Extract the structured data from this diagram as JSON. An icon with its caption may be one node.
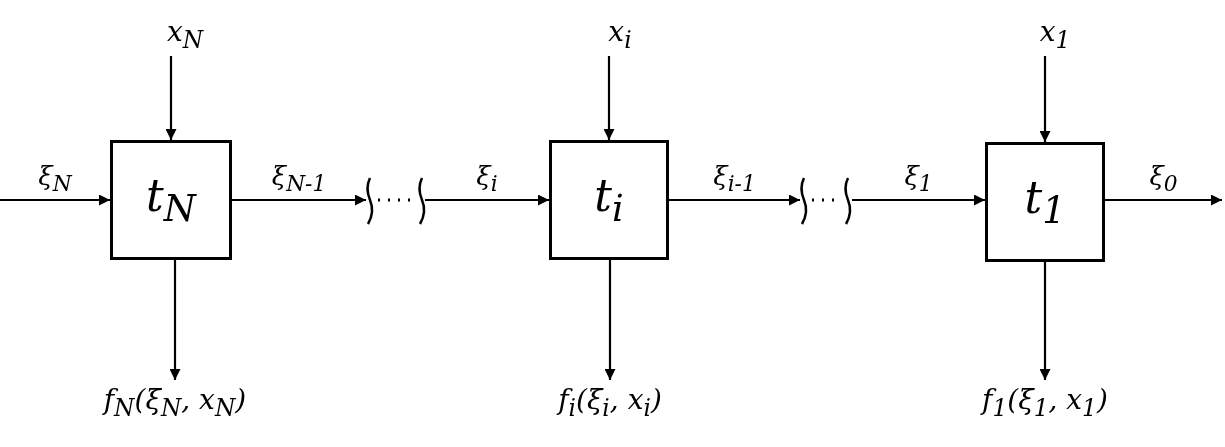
{
  "diagram": {
    "nodes": [
      {
        "text": [
          "x$_{N}$"
        ]
      },
      {
        "text": [
          "t$_{N}$"
        ]
      },
      {
        "text": [
          "f$_{N}$(ξ$_{N}$, x$_{N}$)"
        ]
      },
      {
        "text": [
          "x$_{i}$"
        ]
      },
      {
        "text": [
          "t$_{i}$"
        ]
      },
      {
        "text": [
          "f$_{i}$(ξ$_{i}$, x$_{i}$)"
        ]
      },
      {
        "text": [
          "x$_{1}$"
        ]
      },
      {
        "text": [
          "t$_{1}$"
        ]
      },
      {
        "text": [
          "f$_{1}$(ξ$_{1}$, x$_{1}$)"
        ]
      }
    ],
    "edges": [
      {
        "from": null,
        "to": 1,
        "arrow": "to",
        "label": "ξ$_{N}$"
      },
      {
        "from": 0,
        "to": 1,
        "arrow": "to"
      },
      {
        "from": 1,
        "to": 2,
        "arrow": "to"
      },
      {
        "from": 1,
        "to": null,
        "arrow": "to",
        "label": "ξ$_{N-1}$"
      },
      {
        "from": null,
        "to": 4,
        "arrow": "to",
        "label": "ξ$_{i}$"
      },
      {
        "from": 3,
        "to": 4,
        "arrow": "to"
      },
      {
        "from": 4,
        "to": 5,
        "arrow": "to"
      },
      {
        "from": 4,
        "to": null,
        "arrow": "to",
        "label": "ξ$_{i-1}$"
      },
      {
        "from": null,
        "to": 7,
        "arrow": "to",
        "label": "ξ$_{1}$"
      },
      {
        "from": 6,
        "to": 7,
        "arrow": "to"
      },
      {
        "from": 7,
        "to": 8,
        "arrow": "to"
      },
      {
        "from": 7,
        "to": null,
        "arrow": "to",
        "label": "ξ$_{0}$"
      }
    ]
  }
}
